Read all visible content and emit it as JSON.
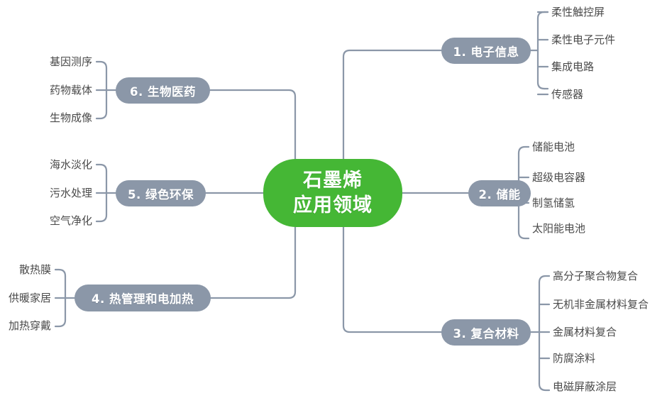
{
  "diagram": {
    "type": "mind-map",
    "title": "石墨烯应用领域",
    "background_color": "#ffffff",
    "center_color": "#45b735",
    "branch_color": "#8b97a8",
    "connector_color": "#8b97a8",
    "leaf_text_color": "#4a4a4a"
  },
  "center": {
    "line1": "石墨烯",
    "line2": "应用领域"
  },
  "branches": [
    {
      "label": "1. 电子信息",
      "side": "right",
      "leaves": [
        "柔性触控屏",
        "柔性电子元件",
        "集成电路",
        "传感器"
      ]
    },
    {
      "label": "2. 储能",
      "side": "right",
      "leaves": [
        "储能电池",
        "超级电容器",
        "制氢储氢",
        "太阳能电池"
      ]
    },
    {
      "label": "3. 复合材料",
      "side": "right",
      "leaves": [
        "高分子聚合物复合",
        "无机非金属材料复合",
        "金属材料复合",
        "防腐涂料",
        "电磁屏蔽涂层"
      ]
    },
    {
      "label": "4. 热管理和电加热",
      "side": "left",
      "leaves": [
        "散热膜",
        "供暖家居",
        "加热穿戴"
      ]
    },
    {
      "label": "5. 绿色环保",
      "side": "left",
      "leaves": [
        "海水淡化",
        "污水处理",
        "空气净化"
      ]
    },
    {
      "label": "6. 生物医药",
      "side": "left",
      "leaves": [
        "基因测序",
        "药物载体",
        "生物成像"
      ]
    }
  ]
}
